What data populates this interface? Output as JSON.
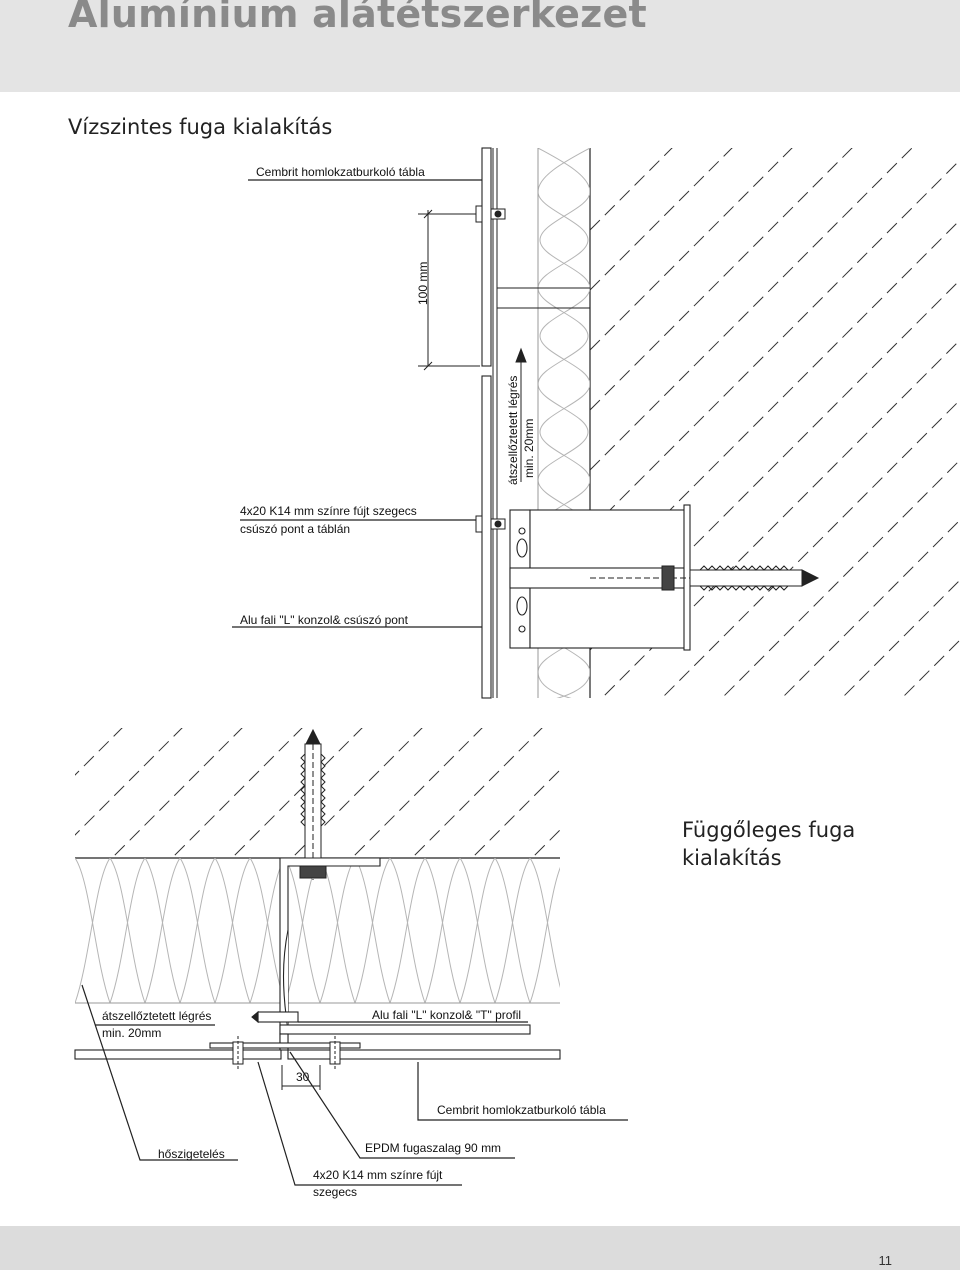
{
  "title": "Alumínium alátétszerkezet",
  "section_horizontal": "Vízszintes fuga kialakítás",
  "section_vertical_line1": "Függőleges fuga",
  "section_vertical_line2": "kialakítás",
  "labels_top": {
    "panel": "Cembrit homlokzatburkoló tábla",
    "rivet_line1": "4x20 K14 mm színre fújt szegecs",
    "rivet_line2": "csúszó pont a táblán",
    "bracket": "Alu fali \"L\" konzol& csúszó pont",
    "dimension": "100 mm",
    "airgap_line1": "átszellőztetett légrés",
    "airgap_line2": "min. 20mm"
  },
  "labels_bottom": {
    "airgap_line1": "átszellőztetett légrés",
    "airgap_line2": "min. 20mm",
    "bracket": "Alu fali \"L\" konzol& \"T\" profil",
    "dimension": "30",
    "panel": "Cembrit homlokzatburkoló tábla",
    "insulation": "hőszigetelés",
    "epdm": "EPDM fugaszalag 90 mm",
    "rivet_line1": "4x20 K14 mm színre fújt",
    "rivet_line2": "szegecs"
  },
  "page_number": "11",
  "colors": {
    "header_bg": "#e4e4e4",
    "title": "#8a8a8a",
    "line": "#1a1a1a",
    "insulation": "#bdbdbd"
  }
}
